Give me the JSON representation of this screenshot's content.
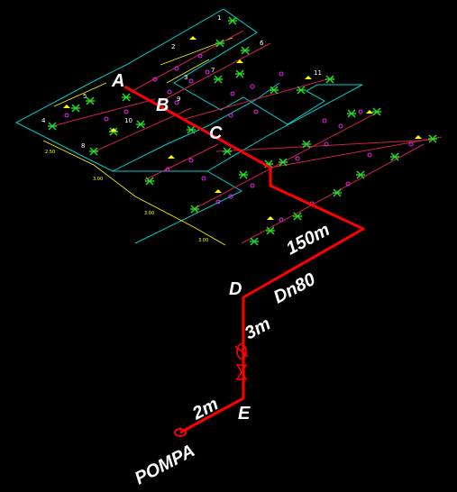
{
  "colors": {
    "background": "#000000",
    "room_outline": "#00cccc",
    "branch_line": "#cc2244",
    "main_pipe": "#ff0000",
    "sprinkler_green": "#22dd22",
    "sprinkler_magenta": "#ee22ee",
    "dimension": "#ffff00",
    "text": "#ffffff"
  },
  "nodes": {
    "A": "A",
    "B": "B",
    "C": "C",
    "D": "D",
    "E": "E"
  },
  "pipe_labels": {
    "length_main": "150m",
    "diameter": "Dn80",
    "riser": "3m",
    "suction": "2m",
    "pump": "POMPA"
  },
  "sprinkler_numbers": [
    "1",
    "2",
    "3",
    "4",
    "5",
    "6",
    "7",
    "8",
    "9",
    "10",
    "11"
  ],
  "icons": [
    "check-valve-icon",
    "gate-valve-icon",
    "pump-icon",
    "sprinkler-icon"
  ]
}
